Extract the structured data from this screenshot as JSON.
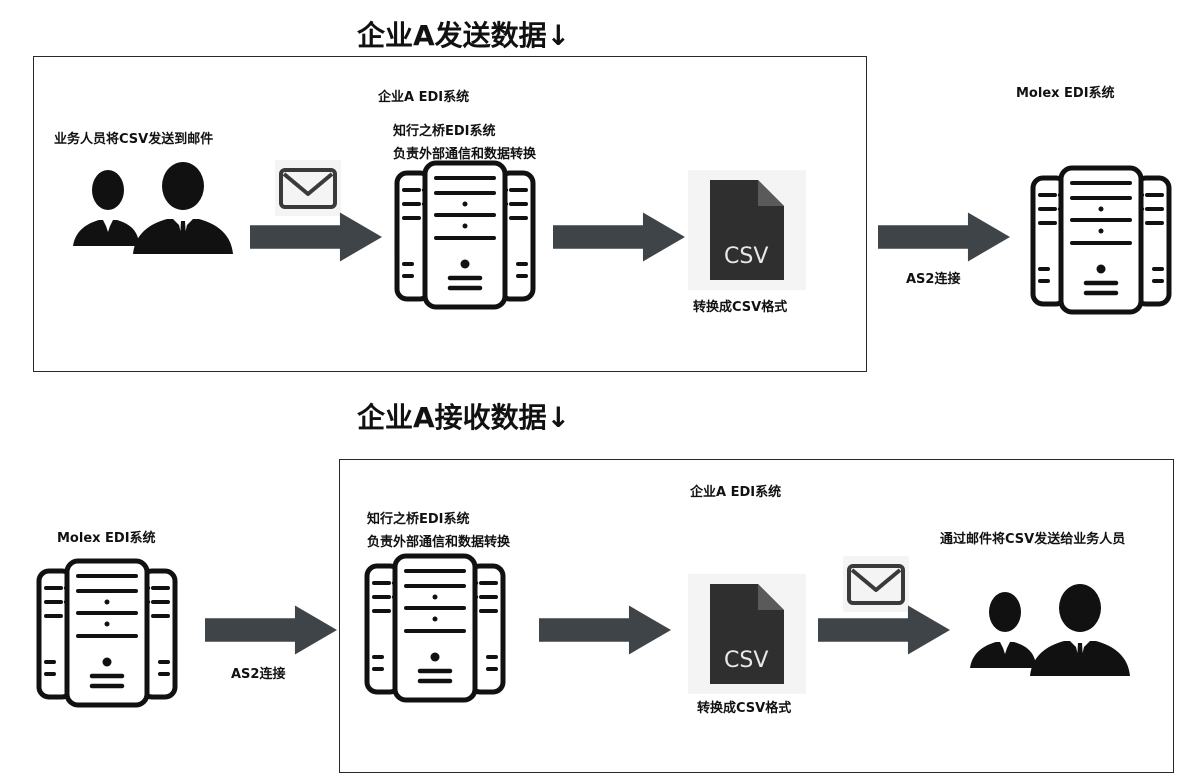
{
  "send_section": {
    "heading": "企业A发送数据↓",
    "system_label": "企业A EDI系统",
    "staff_label": "业务人员将CSV发送到邮件",
    "zxzq_line1": "知行之桥EDI系统",
    "zxzq_line2": "负责外部通信和数据转换",
    "csv_icon_text": "CSV",
    "convert_label": "转换成CSV格式",
    "as2_label": "AS2连接",
    "molex_label": "Molex EDI系统"
  },
  "receive_section": {
    "heading": "企业A接收数据↓",
    "system_label": "企业A EDI系统",
    "molex_label": "Molex EDI系统",
    "as2_label": "AS2连接",
    "zxzq_line1": "知行之桥EDI系统",
    "zxzq_line2": "负责外部通信和数据转换",
    "csv_icon_text": "CSV",
    "convert_label": "转换成CSV格式",
    "staff_label": "通过邮件将CSV发送给业务人员"
  },
  "icons": [
    "people-icon",
    "envelope-icon",
    "server-icon",
    "csv-file-icon",
    "arrow-right-icon"
  ],
  "colors": {
    "arrow": "#3f4448",
    "csv_doc": "#2f2f2f",
    "csv_fold": "#595959",
    "icon_bg": "#f4f4f4",
    "frame": "#2a2a2a"
  }
}
